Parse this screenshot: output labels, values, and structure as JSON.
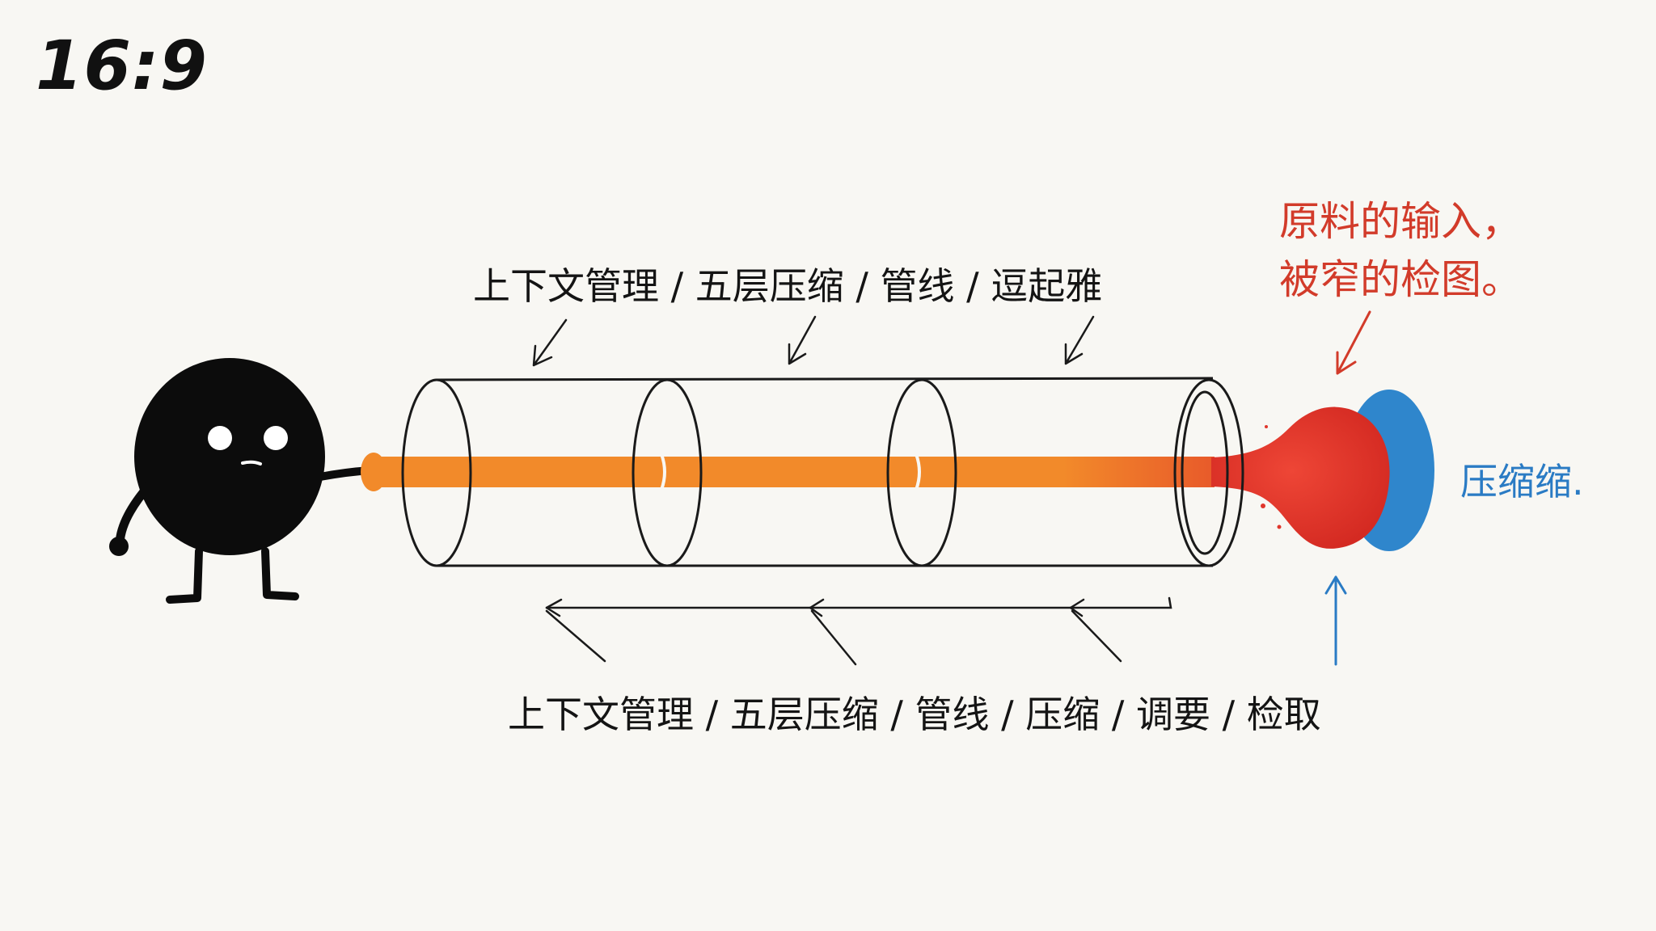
{
  "aspect_ratio_label": "16:9",
  "labels": {
    "top": "上下文管理 / 五层压缩 / 管线 / 逗起雅",
    "bottom": "上下文管理 / 五层压缩 / 管线 /  压缩 / 调要 / 检取",
    "red_note_line1": "原料的输入，",
    "red_note_line2": "被窄的检图。",
    "blue_note": "压缩缩."
  },
  "colors": {
    "background": "#f8f7f3",
    "ink": "#141414",
    "orange_stream": "#f28a2a",
    "red_bulb": "#e0362c",
    "blue_disc": "#2f86cc",
    "red_text": "#d23b2a",
    "blue_text": "#2a7bc4"
  }
}
